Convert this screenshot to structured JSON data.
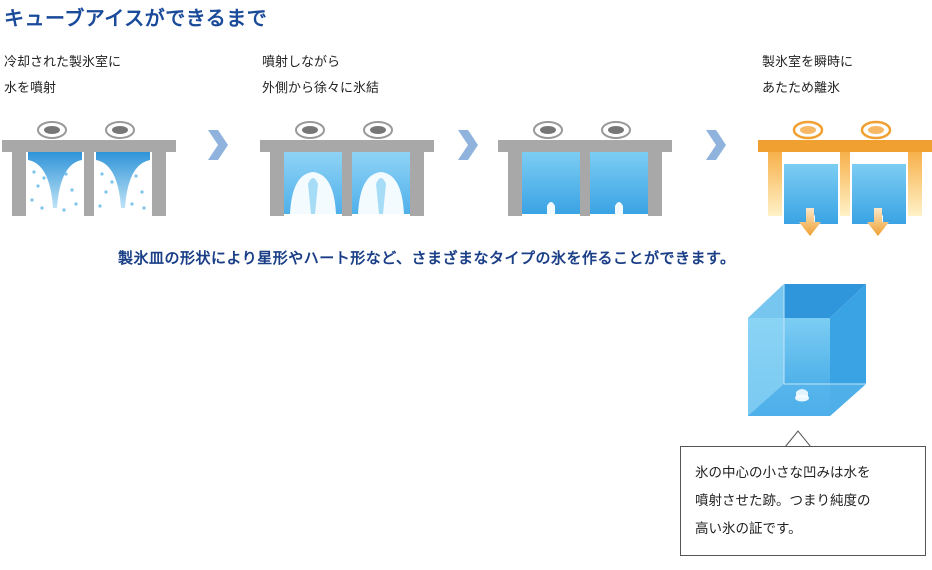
{
  "title": "キューブアイスができるまで",
  "steps": [
    {
      "line1": "冷却された製氷室に",
      "line2": "水を噴射"
    },
    {
      "line1": "噴射しながら",
      "line2": "外側から徐々に氷結"
    },
    {
      "line1": "",
      "line2": ""
    },
    {
      "line1": "製氷室を瞬時に",
      "line2": "あたため離氷"
    }
  ],
  "note": "製氷皿の形状により星形やハート形など、さまざまなタイプの氷を作ることができます。",
  "callout": {
    "line1": "氷の中心の小さな凹みは水を",
    "line2": "噴射させた跡。つまり純度の",
    "line3": "高い氷の証です。"
  },
  "colors": {
    "title": "#1a4a9a",
    "note": "#1a3f87",
    "ice": "#5ab4ea",
    "frame": "#a8a8a8",
    "heat": "#f0a030",
    "arrow": "#8fb3dd"
  }
}
